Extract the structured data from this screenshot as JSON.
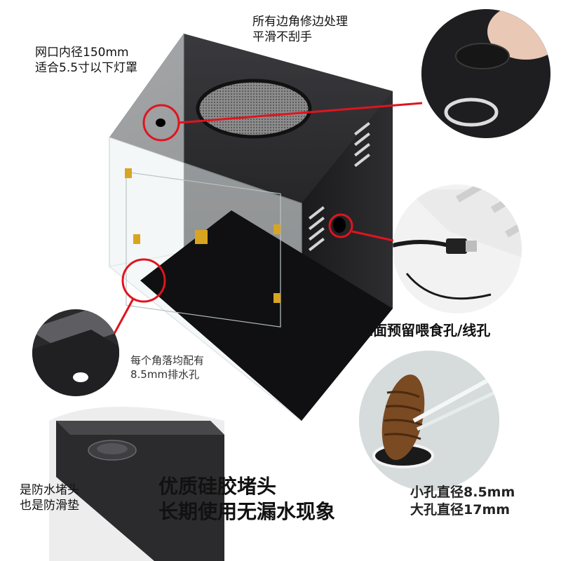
{
  "labels": {
    "net_opening": [
      "网口内径150mm",
      "适合5.5寸以下灯罩"
    ],
    "edges": [
      "所有边角修边处理",
      "平滑不刮手"
    ],
    "feeding_holes": "三面预留喂食孔/线孔",
    "drain": [
      "每个角落均配有",
      "8.5mm排水孔"
    ],
    "plug": [
      "是防水堵头",
      "也是防滑垫"
    ],
    "quality": [
      "优质硅胶堵头",
      "长期使用无漏水现象"
    ],
    "diameters": [
      "小孔直径8.5mm",
      "大孔直径17mm"
    ]
  },
  "colors": {
    "callout_red": "#e0141e",
    "acrylic_black": "#1c1c1e",
    "hinge_gold": "#d9a520"
  }
}
